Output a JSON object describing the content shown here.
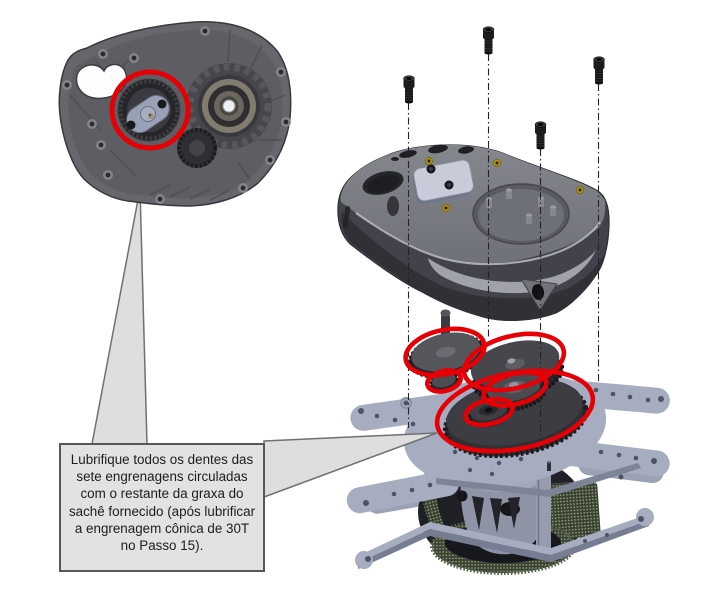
{
  "page": {
    "background": "#ffffff"
  },
  "callout": {
    "text": "Lubrifique todos os dentes das sete engrenagens circuladas com o restante da graxa do sachê fornecido (após lubrificar a engrenagem cônica de 30T no Passo 15)."
  },
  "diagram": {
    "highlight_color": "#e60005",
    "screw_count": "4",
    "red_circle_count": "7",
    "parts": {
      "housing_inset": "gearbox-housing-inside-view",
      "cover": "gearbox-cover",
      "gear_cluster": "circled-gear-cluster",
      "top_plate": "gearbox-plate",
      "drum": "wheel-drum-assembly",
      "bottom_plate": "lower-plate"
    },
    "colors": {
      "plate": "#a6adc1",
      "housing_gray": "#66666c",
      "dark_part": "#2c2d31",
      "green_texture": "#8fa37b",
      "gold_insert": "#c7a10c",
      "callout_fill": "#e2e2e3",
      "callout_border": "#57575a"
    }
  }
}
